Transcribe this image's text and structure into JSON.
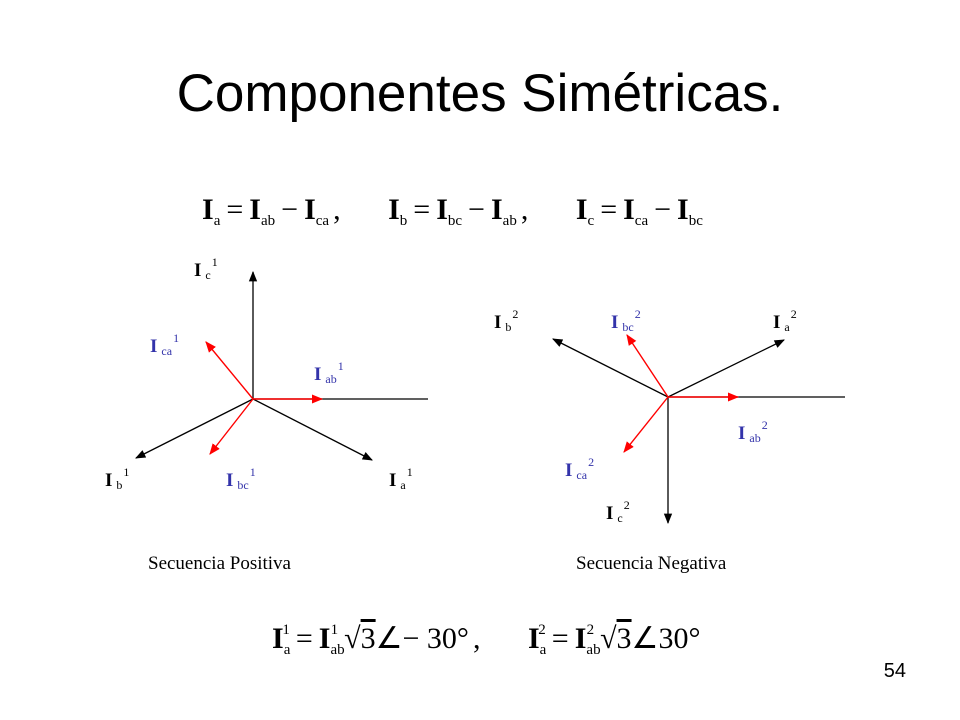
{
  "title": "Componentes Simétricas.",
  "slide_number": "54",
  "equations_top": [
    {
      "lhs": "I",
      "lhs_sub": "a",
      "t1": "I",
      "t1_sub": "ab",
      "t2": "I",
      "t2_sub": "ca"
    },
    {
      "lhs": "I",
      "lhs_sub": "b",
      "t1": "I",
      "t1_sub": "bc",
      "t2": "I",
      "t2_sub": "ab"
    },
    {
      "lhs": "I",
      "lhs_sub": "c",
      "t1": "I",
      "t1_sub": "ca",
      "t2": "I",
      "t2_sub": "bc"
    }
  ],
  "equations_bottom": [
    {
      "lhs": "I",
      "lhs_sub": "a",
      "lhs_sup": "1",
      "rhs": "I",
      "rhs_sub": "ab",
      "rhs_sup": "1",
      "root": "3",
      "angle": "− 30°"
    },
    {
      "lhs": "I",
      "lhs_sub": "a",
      "lhs_sup": "2",
      "rhs": "I",
      "rhs_sub": "ab",
      "rhs_sup": "2",
      "root": "3",
      "angle": "30°"
    }
  ],
  "symbols": {
    "equals": "=",
    "minus": "−",
    "comma": ",",
    "angle_sign": "∠",
    "sqrt_sign": "√"
  },
  "colors": {
    "phase": "#000000",
    "line": "#ff0000",
    "label_line": "#3333aa"
  },
  "positive": {
    "caption": "Secuencia Positiva",
    "labels": {
      "c": {
        "base": "I",
        "sub": "c",
        "sup": "1"
      },
      "ca": {
        "base": "I",
        "sub": "ca",
        "sup": "1"
      },
      "ab": {
        "base": "I",
        "sub": "ab",
        "sup": "1"
      },
      "b": {
        "base": "I",
        "sub": "b",
        "sup": "1"
      },
      "bc": {
        "base": "I",
        "sub": "bc",
        "sup": "1"
      },
      "a": {
        "base": "I",
        "sub": "a",
        "sup": "1"
      }
    }
  },
  "negative": {
    "caption": "Secuencia Negativa",
    "labels": {
      "b": {
        "base": "I",
        "sub": "b",
        "sup": "2"
      },
      "bc": {
        "base": "I",
        "sub": "bc",
        "sup": "2"
      },
      "a": {
        "base": "I",
        "sub": "a",
        "sup": "2"
      },
      "ab": {
        "base": "I",
        "sub": "ab",
        "sup": "2"
      },
      "ca": {
        "base": "I",
        "sub": "ca",
        "sup": "2"
      },
      "c": {
        "base": "I",
        "sub": "c",
        "sup": "2"
      }
    }
  }
}
